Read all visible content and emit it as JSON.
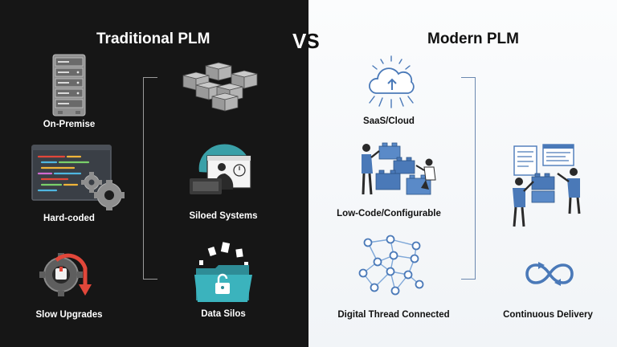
{
  "titles": {
    "left": "Traditional PLM",
    "right": "Modern PLM",
    "vs": "VS",
    "vs_v": "V",
    "vs_s": "S"
  },
  "traditional": {
    "col1": [
      "On-Premise",
      "Hard-coded",
      "Slow Upgrades"
    ],
    "col2": [
      "Siloed Systems",
      "Data Silos"
    ]
  },
  "modern": {
    "col1": [
      "SaaS/Cloud",
      "Low-Code/Configurable",
      "Digital Thread Connected"
    ],
    "col2": [
      "Continuous Delivery"
    ]
  },
  "colors": {
    "dark_bg": "#161616",
    "light_bg": "#f4f6f8",
    "accent_blue": "#4a79b8",
    "accent_red": "#e2473a",
    "accent_teal": "#3aa0a8"
  }
}
